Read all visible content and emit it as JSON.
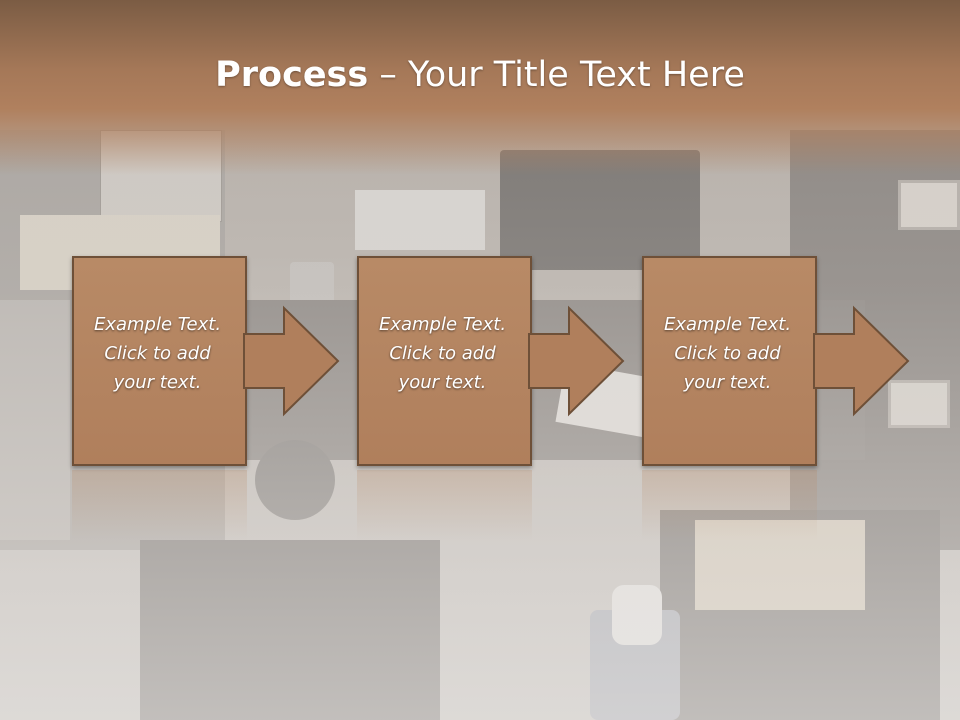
{
  "slide": {
    "title_bold": "Process",
    "title_rest": " – Your Title Text Here"
  },
  "steps": [
    {
      "line1": "Example Text.",
      "line2": "Click  to add",
      "line3": "your text."
    },
    {
      "line1": "Example Text.",
      "line2": "Click  to add",
      "line3": "your text."
    },
    {
      "line1": "Example Text.",
      "line2": "Click  to add",
      "line3": "your text."
    }
  ],
  "colors": {
    "title_band": "#a57858",
    "step_fill": "#b07f5c",
    "step_border": "#6e5038",
    "text": "#ffffff"
  }
}
